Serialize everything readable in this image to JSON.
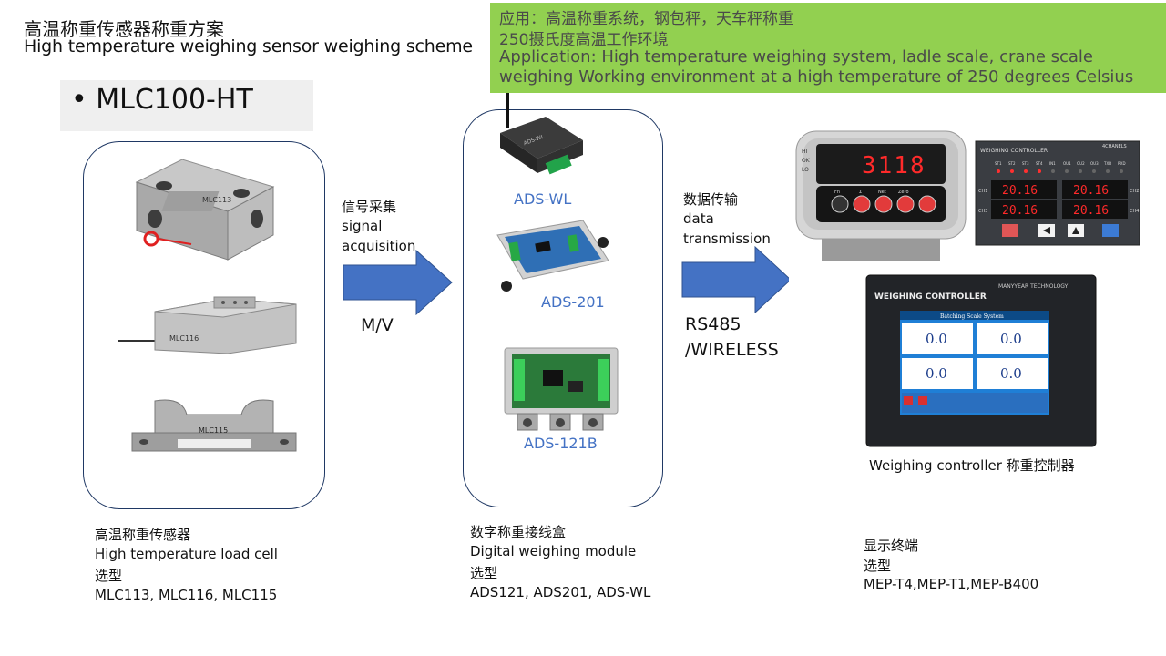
{
  "header": {
    "title_cn": "高温称重传感器称重方案",
    "title_en": "High temperature weighing sensor weighing scheme"
  },
  "application": {
    "line1": "应用：高温称重系统，钢包秤，天车秤称重",
    "line2": "250摄氏度高温工作环境",
    "line3": "Application: High temperature weighing system, ladle scale, crane scale",
    "line4": "weighing Working environment at a high temperature of 250 degrees Celsius"
  },
  "model": {
    "bullet": "•",
    "name": "MLC100-HT"
  },
  "sensors": {
    "items": [
      "MLC113",
      "MLC116",
      "MLC115"
    ],
    "caption_cn": "高温称重传感器",
    "caption_en": "High temperature load cell",
    "caption_select": "选型",
    "caption_models": "MLC113, MLC116, MLC115"
  },
  "arrow1": {
    "label_cn": "信号采集",
    "label_en1": "signal",
    "label_en2": "acquisition",
    "below": "M/V"
  },
  "modules": {
    "items": [
      "ADS-WL",
      "ADS-201",
      "ADS-121B"
    ],
    "wl_device_text": "ADS-WL",
    "caption_cn": "数字称重接线盒",
    "caption_en": "Digital weighing module",
    "caption_select": "选型",
    "caption_models": "ADS121, ADS201, ADS-WL"
  },
  "arrow2": {
    "label_cn": "数据传输",
    "label_en1": "data",
    "label_en2": "transmission",
    "below1": "RS485",
    "below2": "/WIRELESS"
  },
  "displays": {
    "indicator_reading": "3118",
    "indicator_side": [
      "HI",
      "OK",
      "LO"
    ],
    "indicator_buttons": [
      "Fn",
      "Σ",
      "Net",
      "Zero"
    ],
    "four_channel_title": "WEIGHING CONTROLLER",
    "four_channel_brand": "4CHANELS",
    "four_channel_leds": [
      "ST1",
      "ST2",
      "ST3",
      "ST4",
      "IN1",
      "OU1",
      "OU2",
      "OU3",
      "TXD",
      "RXD"
    ],
    "four_channel_values": [
      "20.16",
      "20.16",
      "20.16",
      "20.16"
    ],
    "four_channel_ch": [
      "CH1",
      "CH2",
      "CH3",
      "CH4"
    ],
    "touch_title": "WEIGHING CONTROLLER",
    "touch_brand": "MANYYEAR TECHNOLOGY",
    "touch_screen_title": "Batching Scale System",
    "touch_values": [
      "0.0",
      "0.0",
      "0.0",
      "0.0"
    ],
    "touch_caption": "Weighing controller 称重控制器",
    "caption_cn": "显示终端",
    "caption_select": "选型",
    "caption_models": "MEP-T4,MEP-T1,MEP-B400"
  },
  "colors": {
    "application_bg": "#92d050",
    "panel_border": "#1f3864",
    "arrow_fill": "#4472c4",
    "module_label": "#4472c4",
    "led_red": "#ff2a2a"
  }
}
